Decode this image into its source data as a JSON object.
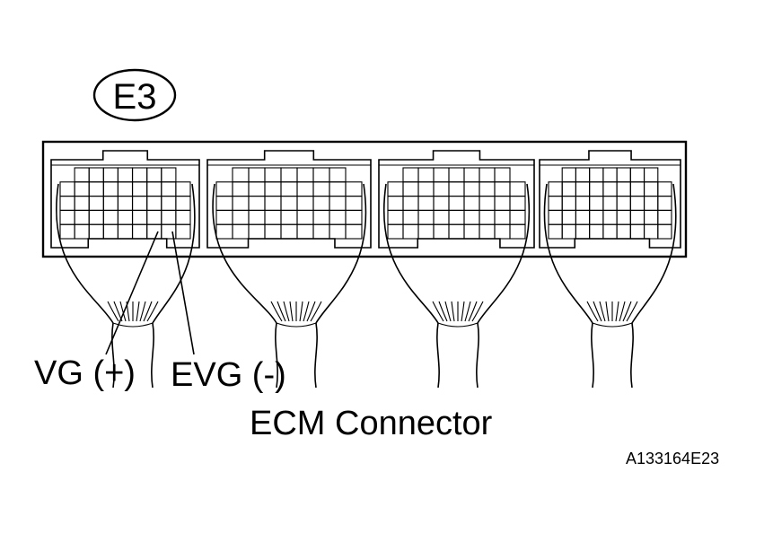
{
  "connector_code": "E3",
  "labels": {
    "vg_plus": "VG (+)",
    "evg_minus": "EVG (-)",
    "caption": "ECM Connector"
  },
  "figure_id": "A133164E23",
  "connector_blocks": [
    {
      "name": "block-1",
      "wire_harness": true,
      "pointed_terminals": [
        "VG (+)",
        "EVG (-)"
      ]
    },
    {
      "name": "block-2",
      "wire_harness": true
    },
    {
      "name": "block-3",
      "wire_harness": true
    },
    {
      "name": "block-4",
      "wire_harness": true
    }
  ]
}
